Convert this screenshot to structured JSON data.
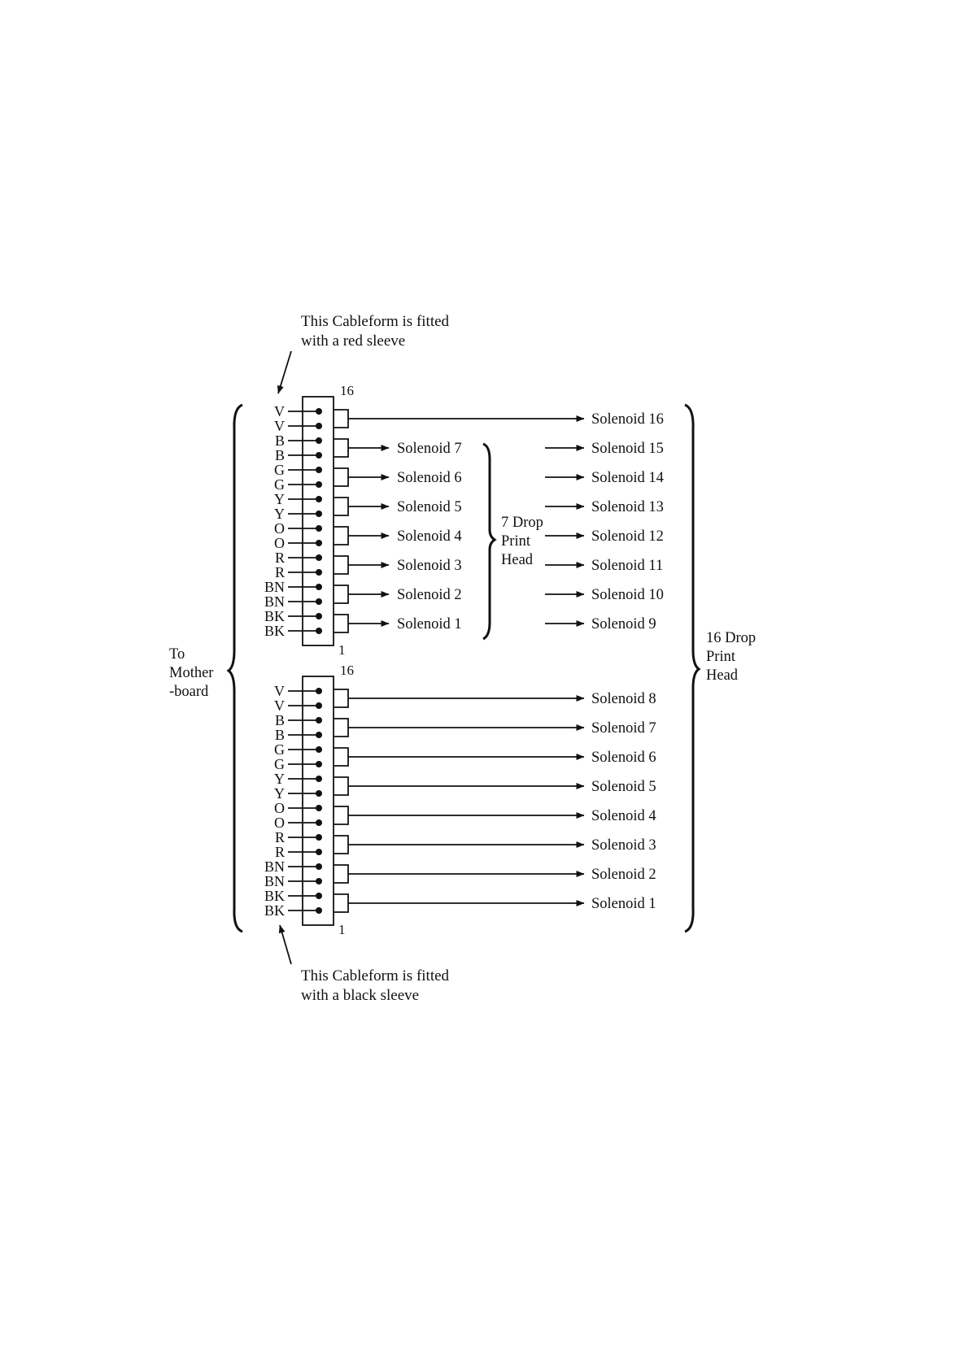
{
  "notes": {
    "top": [
      "This Cableform is fitted",
      "with a red sleeve"
    ],
    "bottom": [
      "This Cableform is fitted",
      "with a black sleeve"
    ]
  },
  "left_label": [
    "To",
    "Mother",
    "-board"
  ],
  "right_label": [
    "16 Drop",
    "Print",
    "Head"
  ],
  "mid_label": [
    "7 Drop",
    "Print",
    "Head"
  ],
  "connectors": [
    {
      "pin_top": "16",
      "pin_bottom": "1",
      "wires": [
        "V",
        "V",
        "B",
        "B",
        "G",
        "G",
        "Y",
        "Y",
        "O",
        "O",
        "R",
        "R",
        "BN",
        "BN",
        "BK",
        "BK"
      ],
      "seven_drop_outputs": [
        "Solenoid 7",
        "Solenoid 6",
        "Solenoid 5",
        "Solenoid 4",
        "Solenoid 3",
        "Solenoid 2",
        "Solenoid 1"
      ],
      "sixteen_drop_outputs": [
        "Solenoid 16",
        "Solenoid 15",
        "Solenoid 14",
        "Solenoid 13",
        "Solenoid 12",
        "Solenoid 11",
        "Solenoid 10",
        "Solenoid 9"
      ]
    },
    {
      "pin_top": "16",
      "pin_bottom": "1",
      "wires": [
        "V",
        "V",
        "B",
        "B",
        "G",
        "G",
        "Y",
        "Y",
        "O",
        "O",
        "R",
        "R",
        "BN",
        "BN",
        "BK",
        "BK"
      ],
      "sixteen_drop_outputs": [
        "Solenoid 8",
        "Solenoid 7",
        "Solenoid 6",
        "Solenoid 5",
        "Solenoid 4",
        "Solenoid 3",
        "Solenoid 2",
        "Solenoid 1"
      ]
    }
  ]
}
